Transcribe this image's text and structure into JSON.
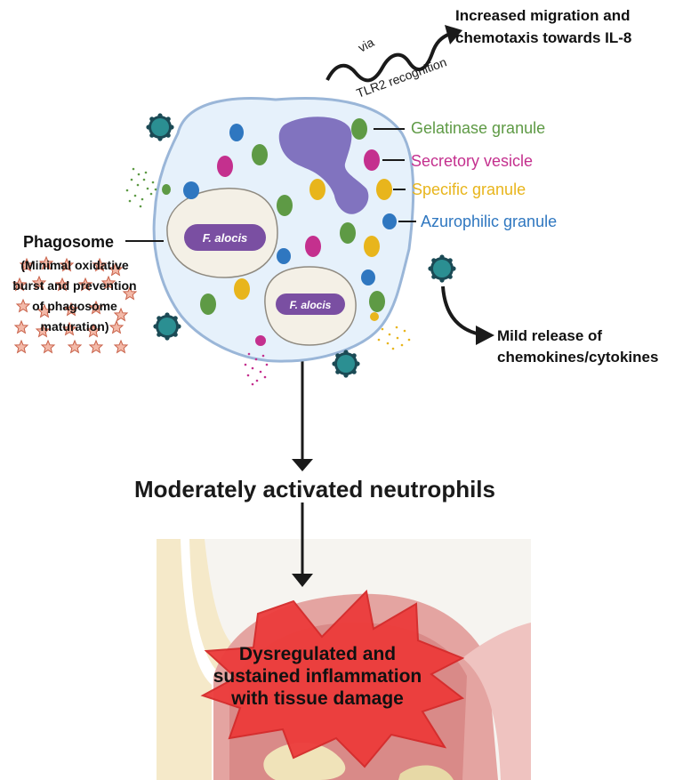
{
  "top_label": {
    "via": "via",
    "tlr2": "TLR2 recognition",
    "line1": "Increased migration and",
    "line2": "chemotaxis towards IL-8"
  },
  "legend": [
    {
      "label": "Gelatinase granule",
      "color": "#5e9a45"
    },
    {
      "label": "Secretory vesicle",
      "color": "#c4308e"
    },
    {
      "label": "Specific granule",
      "color": "#e8b51c"
    },
    {
      "label": "Azurophilic granule",
      "color": "#2f77c0"
    }
  ],
  "phagosome": {
    "title": "Phagosome",
    "lines": [
      "(Minimal oxidative",
      "burst and prevention",
      "of phagosome",
      "maturation)"
    ]
  },
  "bacteria_label": "F. alocis",
  "mild_release": {
    "line1": "Mild release of",
    "line2": "chemokines/cytokines"
  },
  "outcome": "Moderately activated neutrophils",
  "inflammation": {
    "lines": [
      "Dysregulated and",
      "sustained inflammation",
      "with tissue damage"
    ]
  },
  "colors": {
    "cell_fill": "#e6f1fb",
    "cell_stroke": "#9ab6d8",
    "nucleus": "#8173bf",
    "phagosome_fill": "#f4f0e6",
    "bacterium": "#7a4fa2",
    "starburst": "#ee3a3a",
    "pathogen": "#1f6b6f"
  }
}
